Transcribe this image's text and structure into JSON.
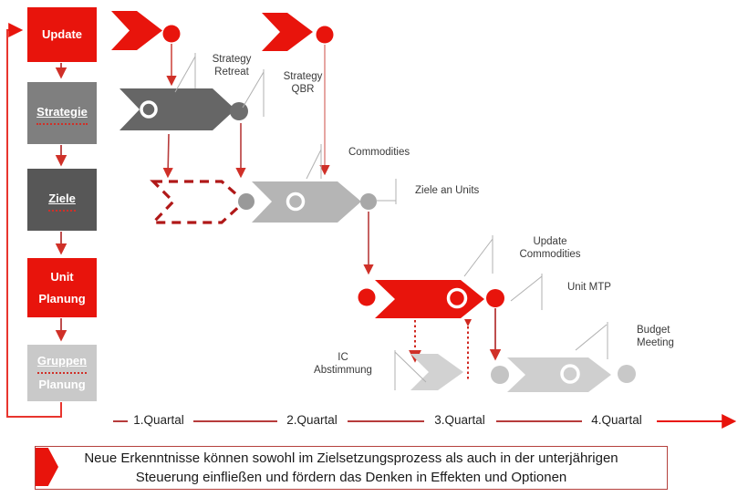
{
  "colors": {
    "accent_red": "#e8140c",
    "dark_red_line": "#b73b3b",
    "dark_gray_chevron": "#666666",
    "light_gray_chevron": "#b5b5b5",
    "pale_gray_chevron": "#d2d2d2",
    "box_gray": "#7f7f7f",
    "box_dark_gray": "#575757",
    "box_light_gray": "#c9c9c9",
    "leader_gray": "#b0b0b0"
  },
  "sidebar": {
    "items": [
      {
        "id": "update",
        "lines": [
          "Update"
        ]
      },
      {
        "id": "strategie",
        "lines": [
          "Strategie"
        ]
      },
      {
        "id": "ziele",
        "lines": [
          "Ziele"
        ]
      },
      {
        "id": "unit-planung",
        "lines": [
          "Unit",
          "Planung"
        ]
      },
      {
        "id": "gruppen-planung",
        "lines": [
          "Gruppen",
          "Planung"
        ]
      }
    ]
  },
  "events": {
    "strategy_retreat": {
      "lines": [
        "Strategy",
        "Retreat"
      ]
    },
    "strategy_qbr": {
      "lines": [
        "Strategy",
        "QBR"
      ]
    },
    "commodities": {
      "lines": [
        "Commodities"
      ]
    },
    "ziele_an_units": {
      "lines": [
        "Ziele an Units"
      ]
    },
    "update_commodities": {
      "lines": [
        "Update",
        "Commodities"
      ]
    },
    "unit_mtp": {
      "lines": [
        "Unit MTP"
      ]
    },
    "ic_abstimmung": {
      "lines": [
        "IC",
        "Abstimmung"
      ]
    },
    "budget_meeting": {
      "lines": [
        "Budget",
        "Meeting"
      ]
    }
  },
  "axis": {
    "quarters": [
      "1.Quartal",
      "2.Quartal",
      "3.Quartal",
      "4.Quartal"
    ]
  },
  "banner": {
    "line1": "Neue Erkenntnisse können sowohl im Zielsetzungsprozess als auch in der unterjährigen",
    "line2": "Steuerung einfließen und fördern das Denken in Effekten und Optionen"
  }
}
